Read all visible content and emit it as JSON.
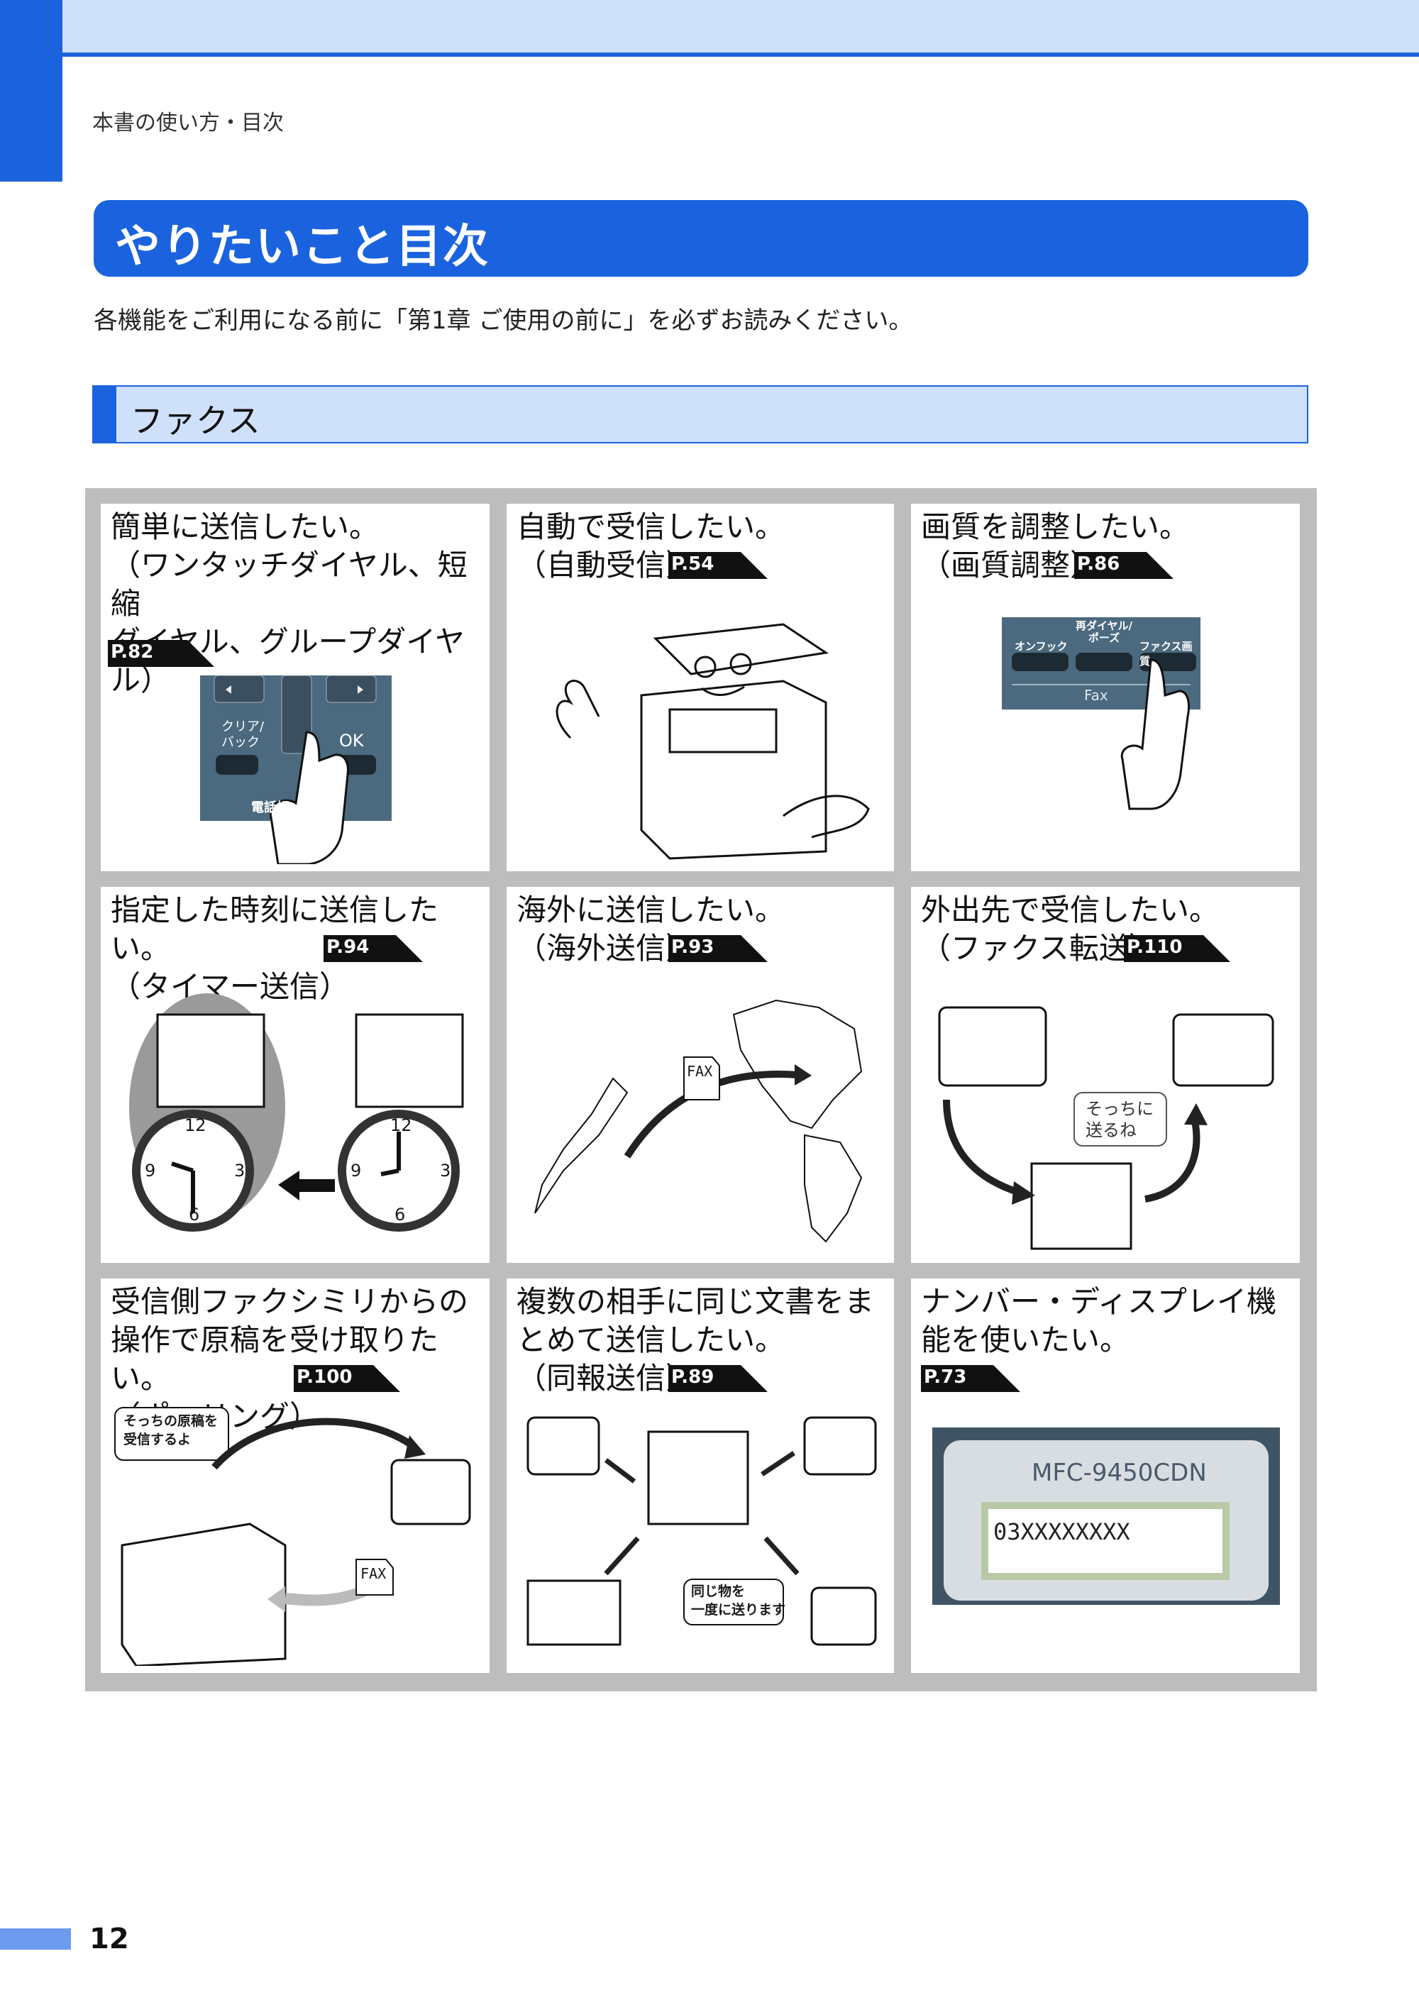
{
  "header": {
    "breadcrumb": "本書の使い方・目次"
  },
  "title": "やりたいこと目次",
  "intro": "各機能をご利用になる前に「第1章 ご使用の前に」を必ずお読みください。",
  "section": "ファクス",
  "cells": [
    {
      "title": "簡単に送信したい。\n（ワンタッチダイヤル、短縮\nダイヤル、グループダイヤル）",
      "page": "P.82",
      "illus": {
        "clear_back": "クリア/\nバック",
        "ok": "OK",
        "phonebook": "電話帳"
      }
    },
    {
      "title": "自動で受信したい。\n（自動受信）",
      "page": "P.54",
      "illus": {}
    },
    {
      "title": "画質を調整したい。\n（画質調整）",
      "page": "P.86",
      "illus": {
        "redial_pause": "再ダイヤル/\nポーズ",
        "on_hook": "オンフック",
        "fax_quality": "ファクス画質",
        "fax": "Fax"
      }
    },
    {
      "title": "指定した時刻に送信したい。\n（タイマー送信）",
      "page": "P.94",
      "illus": {
        "n12": "12",
        "n3": "3",
        "n6": "6",
        "n9": "9"
      }
    },
    {
      "title": "海外に送信したい。\n（海外送信）",
      "page": "P.93",
      "illus": {
        "fax": "FAX"
      }
    },
    {
      "title": "外出先で受信したい。\n（ファクス転送）",
      "page": "P.110",
      "illus": {
        "bubble": "そっちに\n送るね"
      }
    },
    {
      "title": "受信側ファクシミリからの\n操作で原稿を受け取りたい。\n（ポーリング）",
      "page": "P.100",
      "illus": {
        "bubble": "そっちの原稿を\n受信するよ",
        "fax": "FAX"
      }
    },
    {
      "title": "複数の相手に同じ文書をま\nとめて送信したい。\n（同報送信）",
      "page": "P.89",
      "illus": {
        "bubble": "同じ物を\n一度に送ります"
      }
    },
    {
      "title": "ナンバー・ディスプレイ機\n能を使いたい。",
      "page": "P.73",
      "illus": {
        "model": "MFC-9450CDN",
        "number": "03XXXXXXXX"
      }
    }
  ],
  "footer": {
    "page_number": "12"
  },
  "colors": {
    "accent": "#1b63de",
    "light": "#cfe0fa",
    "grid": "#bdbdbd"
  }
}
